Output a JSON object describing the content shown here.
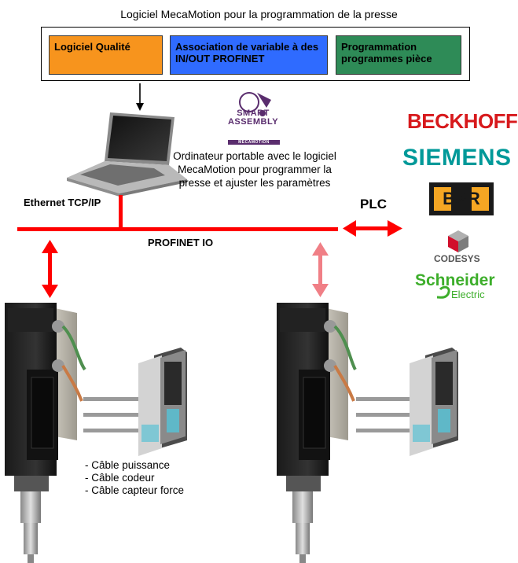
{
  "header": {
    "title": "Logiciel MecaMotion pour la programmation de la presse"
  },
  "software_boxes": [
    {
      "label": "Logiciel Qualité",
      "color": "#f7941d"
    },
    {
      "label": "Association de variable à des IN/OUT PROFINET",
      "color": "#2f6bff"
    },
    {
      "label": "Programmation programmes pièce",
      "color": "#2e8b57"
    }
  ],
  "network": {
    "ethernet_label": "Ethernet TCP/IP",
    "profinet_label": "PROFINET IO",
    "plc_label": "PLC",
    "line_color": "#ff0000"
  },
  "laptop_caption": "Ordinateur portable avec le logiciel MecaMotion pour programmer la presse et ajuster les paramètres",
  "smart_assembly_logo": {
    "line1": "SMART",
    "line2": "ASSEMBLY",
    "line3": "MECAMOTION"
  },
  "plc_brands": [
    {
      "name": "BECKHOFF",
      "color": "#d7191c"
    },
    {
      "name": "SIEMENS",
      "color": "#009999"
    },
    {
      "name": "B&R",
      "color": "#f5a623"
    },
    {
      "name": "CODESYS",
      "color": "#555555"
    },
    {
      "name": "Schneider",
      "sub": "Electric",
      "color": "#3dae2b"
    }
  ],
  "cable_list": [
    "- Câble puissance",
    "- Câble codeur",
    "- Câble capteur force"
  ]
}
